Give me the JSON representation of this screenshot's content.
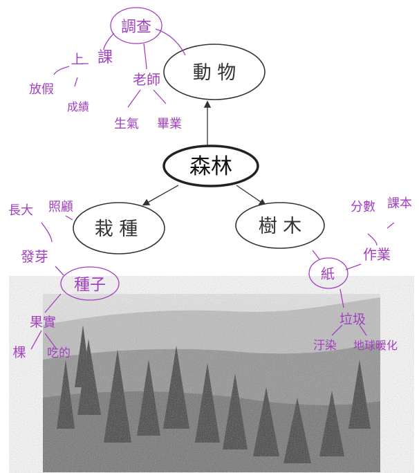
{
  "center": "森林",
  "nodes": {
    "animals": "動 物",
    "planting": "栽 種",
    "trees": "樹 木"
  },
  "handwritten": {
    "survey": "調查",
    "lesson": "課",
    "up": "上",
    "vacation": "放假",
    "grades": "成績",
    "teacher": "老師",
    "angry": "生氣",
    "graduate": "畢業",
    "grow_up": "長大",
    "care": "照顧",
    "sprout": "發芽",
    "seed": "種子",
    "fruit": "果實",
    "tree_count": "棵",
    "eaten": "吃的",
    "paper": "紙",
    "score": "分數",
    "textbook": "課本",
    "homework": "作業",
    "garbage": "垃圾",
    "pollution": "汙染",
    "global_warming": "地球暖化"
  },
  "colors": {
    "ink": "#222222",
    "pen": "#a23fc0"
  }
}
